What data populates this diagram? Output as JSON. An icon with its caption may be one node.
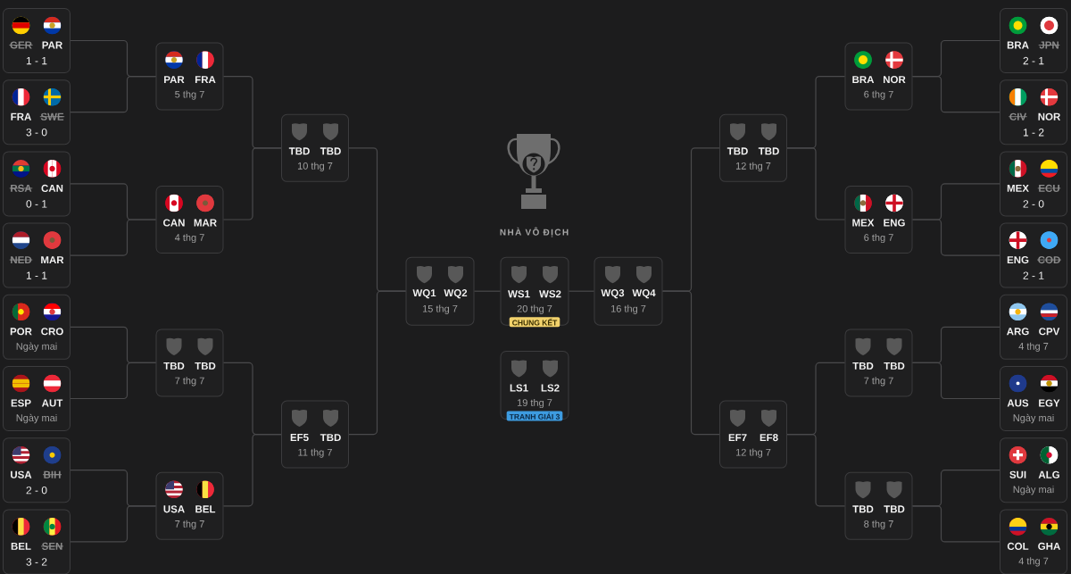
{
  "diagram": {
    "nodes": [
      {
        "text": [
          "GER",
          "PAR",
          "1 - 1"
        ]
      },
      {
        "text": [
          "FRA",
          "SWE",
          "3 - 0"
        ]
      },
      {
        "text": [
          "RSA",
          "CAN",
          "0 - 1"
        ]
      },
      {
        "text": [
          "NED",
          "MAR",
          "1 - 1"
        ]
      },
      {
        "text": [
          "POR",
          "CRO",
          "Ngày mai"
        ]
      },
      {
        "text": [
          "ESP",
          "AUT",
          "Ngày mai"
        ]
      },
      {
        "text": [
          "USA",
          "BIH",
          "2 - 0"
        ]
      },
      {
        "text": [
          "BEL",
          "SEN",
          "3 - 2"
        ]
      },
      {
        "text": [
          "PAR",
          "FRA",
          "5 thg 7"
        ]
      },
      {
        "text": [
          "CAN",
          "MAR",
          "4 thg 7"
        ]
      },
      {
        "text": [
          "TBD",
          "TBD",
          "7 thg 7"
        ]
      },
      {
        "text": [
          "USA",
          "BEL",
          "7 thg 7"
        ]
      },
      {
        "text": [
          "TBD",
          "TBD",
          "10 thg 7"
        ]
      },
      {
        "text": [
          "EF5",
          "TBD",
          "11 thg 7"
        ]
      },
      {
        "text": [
          "WQ1",
          "WQ2",
          "15 thg 7"
        ]
      },
      {
        "text": [
          "WS1",
          "WS2",
          "20 thg 7",
          "CHUNG KẾT"
        ]
      },
      {
        "text": [
          "LS1",
          "LS2",
          "19 thg 7",
          "TRANH GIẢI 3"
        ]
      },
      {
        "text": [
          "WQ3",
          "WQ4",
          "16 thg 7"
        ]
      },
      {
        "text": [
          "TBD",
          "TBD",
          "12 thg 7"
        ]
      },
      {
        "text": [
          "EF7",
          "EF8",
          "12 thg 7"
        ]
      },
      {
        "text": [
          "BRA",
          "NOR",
          "6 thg 7"
        ]
      },
      {
        "text": [
          "MEX",
          "ENG",
          "6 thg 7"
        ]
      },
      {
        "text": [
          "TBD",
          "TBD",
          "7 thg 7"
        ]
      },
      {
        "text": [
          "TBD",
          "TBD",
          "8 thg 7"
        ]
      },
      {
        "text": [
          "BRA",
          "JPN",
          "2 - 1"
        ]
      },
      {
        "text": [
          "CIV",
          "NOR",
          "1 - 2"
        ]
      },
      {
        "text": [
          "MEX",
          "ECU",
          "2 - 0"
        ]
      },
      {
        "text": [
          "ENG",
          "COD",
          "2 - 1"
        ]
      },
      {
        "text": [
          "ARG",
          "CPV",
          "4 thg 7"
        ]
      },
      {
        "text": [
          "AUS",
          "EGY",
          "Ngày mai"
        ]
      },
      {
        "text": [
          "SUI",
          "ALG",
          "Ngày mai"
        ]
      },
      {
        "text": [
          "COL",
          "GHA",
          "4 thg 7"
        ]
      }
    ],
    "edges": [
      {
        "from": 0,
        "to": 8,
        "arrow": "none"
      },
      {
        "from": 1,
        "to": 8,
        "arrow": "none"
      },
      {
        "from": 2,
        "to": 9,
        "arrow": "none"
      },
      {
        "from": 3,
        "to": 9,
        "arrow": "none"
      },
      {
        "from": 4,
        "to": 10,
        "arrow": "none"
      },
      {
        "from": 5,
        "to": 10,
        "arrow": "none"
      },
      {
        "from": 6,
        "to": 11,
        "arrow": "none"
      },
      {
        "from": 7,
        "to": 11,
        "arrow": "none"
      },
      {
        "from": 8,
        "to": 12,
        "arrow": "none"
      },
      {
        "from": 9,
        "to": 12,
        "arrow": "none"
      },
      {
        "from": 10,
        "to": 13,
        "arrow": "none"
      },
      {
        "from": 11,
        "to": 13,
        "arrow": "none"
      },
      {
        "from": 12,
        "to": 14,
        "arrow": "none"
      },
      {
        "from": 13,
        "to": 14,
        "arrow": "none"
      },
      {
        "from": 14,
        "to": 15,
        "arrow": "none"
      },
      {
        "from": 17,
        "to": 15,
        "arrow": "none"
      },
      {
        "from": 18,
        "to": 17,
        "arrow": "none"
      },
      {
        "from": 19,
        "to": 17,
        "arrow": "none"
      },
      {
        "from": 20,
        "to": 18,
        "arrow": "none"
      },
      {
        "from": 21,
        "to": 18,
        "arrow": "none"
      },
      {
        "from": 22,
        "to": 19,
        "arrow": "none"
      },
      {
        "from": 23,
        "to": 19,
        "arrow": "none"
      },
      {
        "from": 24,
        "to": 20,
        "arrow": "none"
      },
      {
        "from": 25,
        "to": 20,
        "arrow": "none"
      },
      {
        "from": 26,
        "to": 21,
        "arrow": "none"
      },
      {
        "from": 27,
        "to": 21,
        "arrow": "none"
      },
      {
        "from": 28,
        "to": 22,
        "arrow": "none"
      },
      {
        "from": 29,
        "to": 22,
        "arrow": "none"
      },
      {
        "from": 30,
        "to": 23,
        "arrow": "none"
      },
      {
        "from": 31,
        "to": 23,
        "arrow": "none"
      }
    ],
    "labels": [
      "NHÀ VÔ ĐỊCH"
    ]
  }
}
